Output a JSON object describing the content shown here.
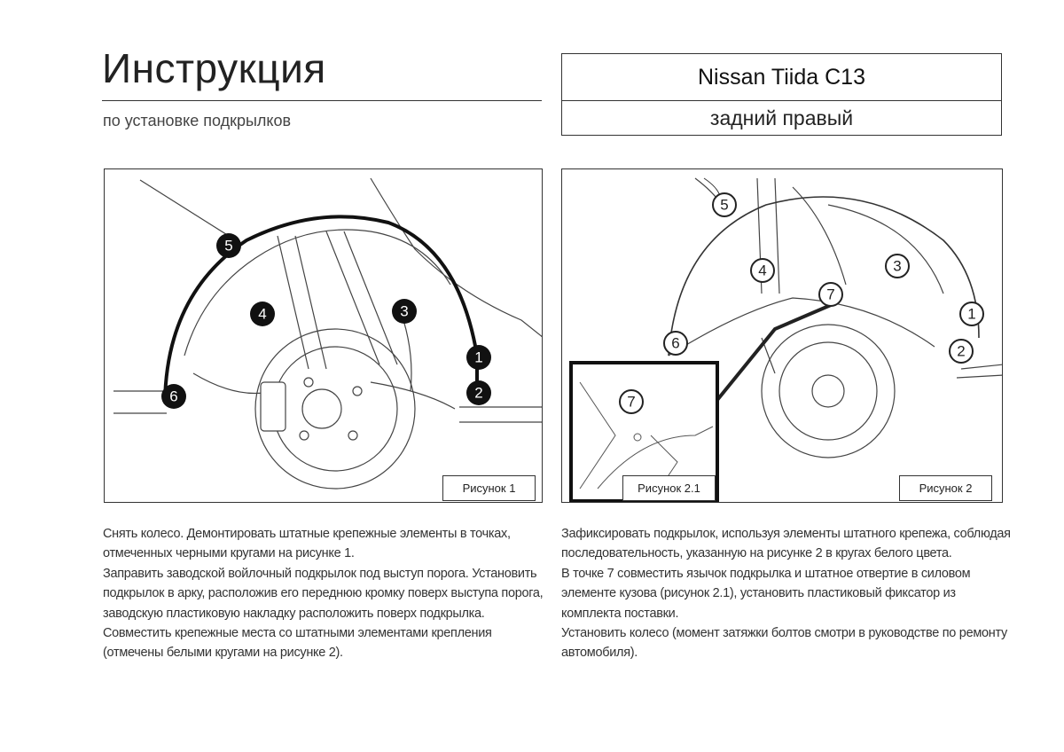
{
  "header": {
    "title": "Инструкция",
    "subtitle": "по установке подкрылков",
    "model": "Nissan Tiida C13",
    "position": "задний правый"
  },
  "figure1": {
    "caption": "Рисунок 1",
    "callouts": [
      "1",
      "2",
      "3",
      "4",
      "5",
      "6"
    ]
  },
  "figure2": {
    "caption": "Рисунок 2",
    "inset_caption": "Рисунок 2.1",
    "callouts": [
      "1",
      "2",
      "3",
      "4",
      "5",
      "6",
      "7"
    ],
    "inset_callout": "7"
  },
  "instructions_left": [
    "Снять колесо. Демонтировать штатные крепежные элементы в точках,",
    "отмеченных черными кругами на рисунке 1.",
    "Заправить заводской войлочный подкрылок под выступ порога. Установить",
    "подкрылок в арку, расположив его переднюю кромку поверх выступа порога,",
    "заводскую пластиковую накладку расположить поверх подкрылка.",
    "Совместить крепежные места со штатными элементами крепления",
    "(отмечены белыми кругами на рисунке 2)."
  ],
  "instructions_right": [
    "Зафиксировать подкрылок, используя элементы штатного крепежа, соблюдая",
    "последовательность, указанную на рисунке 2 в кругах белого цвета.",
    "В точке 7 совместить язычок подкрылка и штатное отвертие в силовом",
    "элементе кузова (рисунок 2.1), установить пластиковый фиксатор из",
    "комплекта поставки.",
    "Установить колесо (момент затяжки болтов смотри в руководстве по ремонту",
    "автомобиля)."
  ]
}
